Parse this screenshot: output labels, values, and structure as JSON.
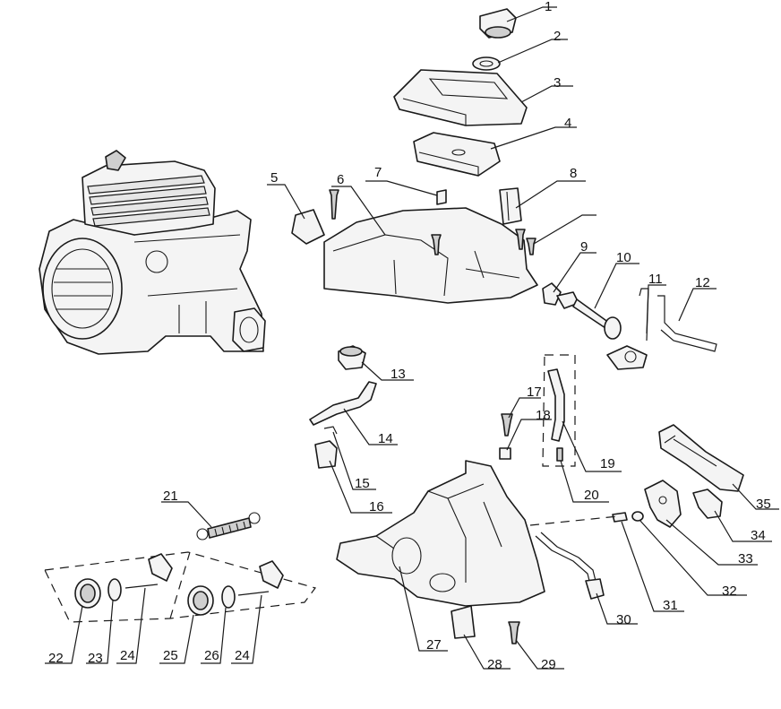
{
  "labels": {
    "p1": "1",
    "p2": "2",
    "p3": "3",
    "p4": "4",
    "p5": "5",
    "p6": "6",
    "p7": "7",
    "p8": "8",
    "p9": "9",
    "p10": "10",
    "p11": "11",
    "p12": "12",
    "p13": "13",
    "p14": "14",
    "p15": "15",
    "p16": "16",
    "p17": "17",
    "p18": "18",
    "p19": "19",
    "p20": "20",
    "p21": "21",
    "p22": "22",
    "p23": "23",
    "p24a": "24",
    "p24b": "24",
    "p25": "25",
    "p26": "26",
    "p27": "27",
    "p28": "28",
    "p29": "29",
    "p30": "30",
    "p31": "31",
    "p32": "32",
    "p33": "33",
    "p34": "34",
    "p35": "35"
  }
}
